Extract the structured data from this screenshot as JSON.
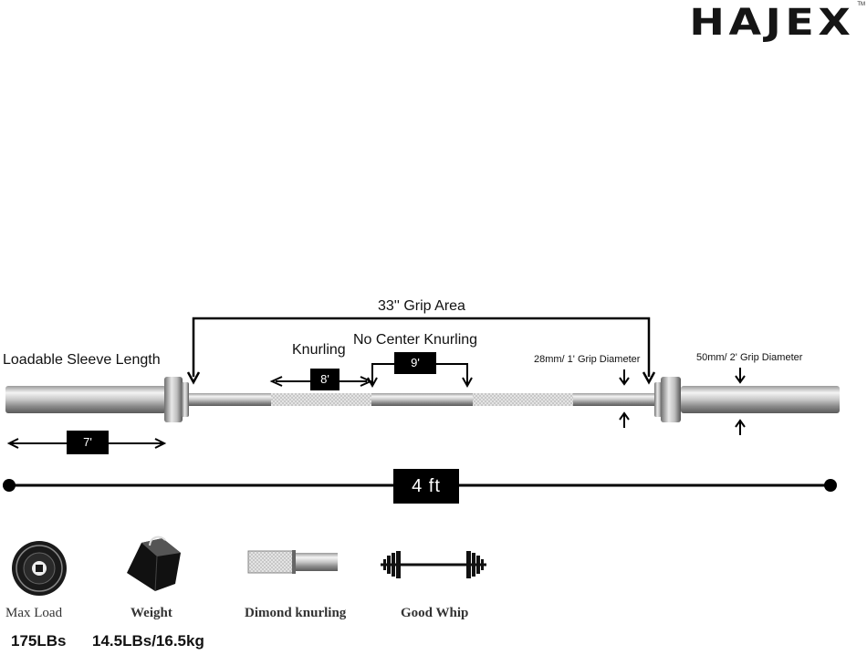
{
  "brand": {
    "name": "HAJEX",
    "trademark": "TM"
  },
  "diagram": {
    "grip_area_label": "33'' Grip Area",
    "sleeve_label": "Loadable Sleeve Length",
    "knurling_label": "Knurling",
    "no_center_label": "No Center Knurling",
    "grip_diameter_label": "28mm/ 1' Grip Diameter",
    "sleeve_diameter_label": "50mm/ 2' Grip Diameter",
    "knurl_len_tag": "8'",
    "center_len_tag": "9'",
    "sleeve_len_tag": "7'",
    "total_len_tag": "4 ft"
  },
  "features": [
    {
      "title": "Max Load",
      "value": "175LBs",
      "icon": "weight-plate-icon"
    },
    {
      "title": "Weight",
      "value": "14.5LBs/16.5kg",
      "icon": "kettle-weight-icon"
    },
    {
      "title": "Dimond knurling",
      "value": "",
      "icon": "knurled-bar-icon"
    },
    {
      "title": "Good Whip",
      "value": "",
      "icon": "barbell-icon"
    }
  ]
}
